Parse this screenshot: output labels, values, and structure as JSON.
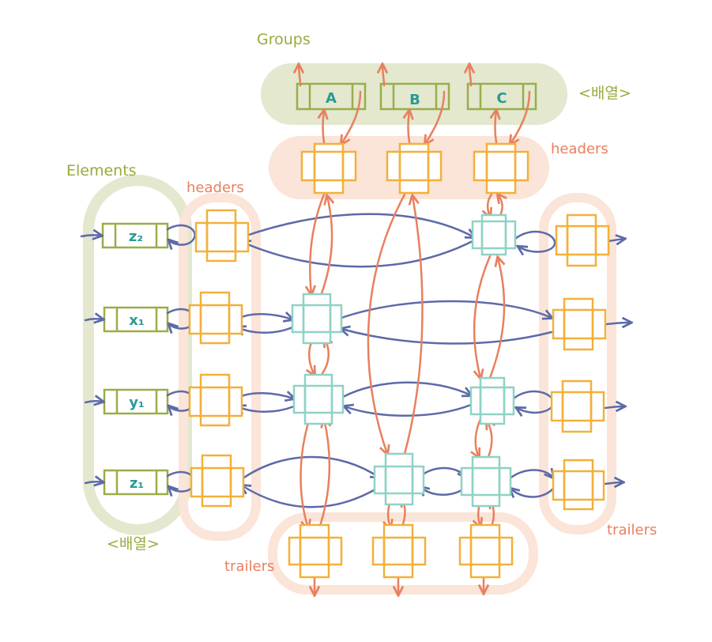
{
  "labels": {
    "groups": "Groups",
    "elements": "Elements",
    "array_top": "<배열>",
    "array_bottom": "<배열>",
    "headers_top": "headers",
    "headers_left": "headers",
    "trailers_right": "trailers",
    "trailers_bottom": "trailers"
  },
  "groups": [
    "A",
    "B",
    "C"
  ],
  "elements": [
    "z₂",
    "x₁",
    "y₁",
    "z₁"
  ],
  "colors": {
    "green_band": "#e3e8cf",
    "green_stroke": "#9aad48",
    "salmon_band": "#fbe4d8",
    "orange_node": "#f3b03a",
    "teal_node": "#8fd2c6",
    "blue_arrow": "#5d6aa8",
    "red_arrow": "#e8805e"
  }
}
